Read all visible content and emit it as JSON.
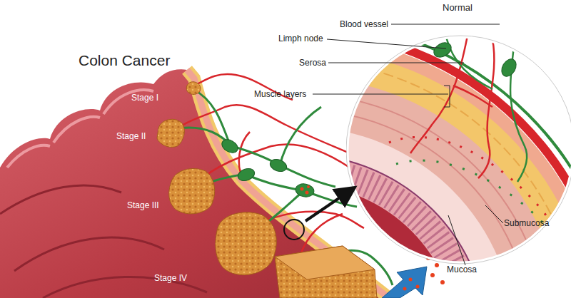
{
  "diagram": {
    "title": "Colon Cancer",
    "nodes": [
      {
        "text": [
          "Normal"
        ]
      }
    ],
    "labels": [
      "Stage I",
      "Stage II",
      "Stage III",
      "Stage IV",
      "Blood vessel",
      "Limph node",
      "Serosa",
      "Muscle layers",
      "Submucosa",
      "Mucosa"
    ]
  }
}
